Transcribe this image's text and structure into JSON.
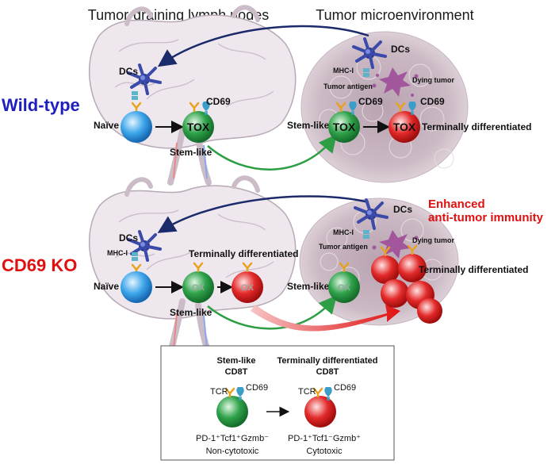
{
  "header": {
    "left": "Tumor-draining lymph nodes",
    "right": "Tumor microenvironment"
  },
  "rows": {
    "wildtype": "Wild-type",
    "ko": "CD69 KO"
  },
  "labels": {
    "dcs": "DCs",
    "mhc": "MHC-I",
    "tumor_antigen": "Tumor antigen",
    "dying_tumor": "Dying tumor",
    "naive": "Naïve",
    "stem_like": "Stem-like",
    "terminal": "Terminally differentiated",
    "cd69": "CD69",
    "tox": "TOX",
    "tox_faded": "OX",
    "enhanced_line1": "Enhanced",
    "enhanced_line2": "anti-tumor immunity"
  },
  "legend": {
    "left_title1": "Stem-like",
    "left_title2": "CD8T",
    "right_title1": "Terminally differentiated",
    "right_title2": "CD8T",
    "tcr": "TCR",
    "cd69": "CD69",
    "left_pheno": "PD-1⁺Tcf1⁺Gzmb⁻",
    "left_type": "Non-cytotoxic",
    "right_pheno": "PD-1⁺Tcf1⁻Gzmb⁺",
    "right_type": "Cytotoxic"
  },
  "colors": {
    "wildtype": "#1f1fbf",
    "ko": "#e01010",
    "naive": "#3aa0e6",
    "stem": "#2e9e45",
    "terminal": "#e02424",
    "noncyto": "#1f3fb0",
    "cyto": "#d01818",
    "arrow_navy": "#1b2a6b"
  }
}
